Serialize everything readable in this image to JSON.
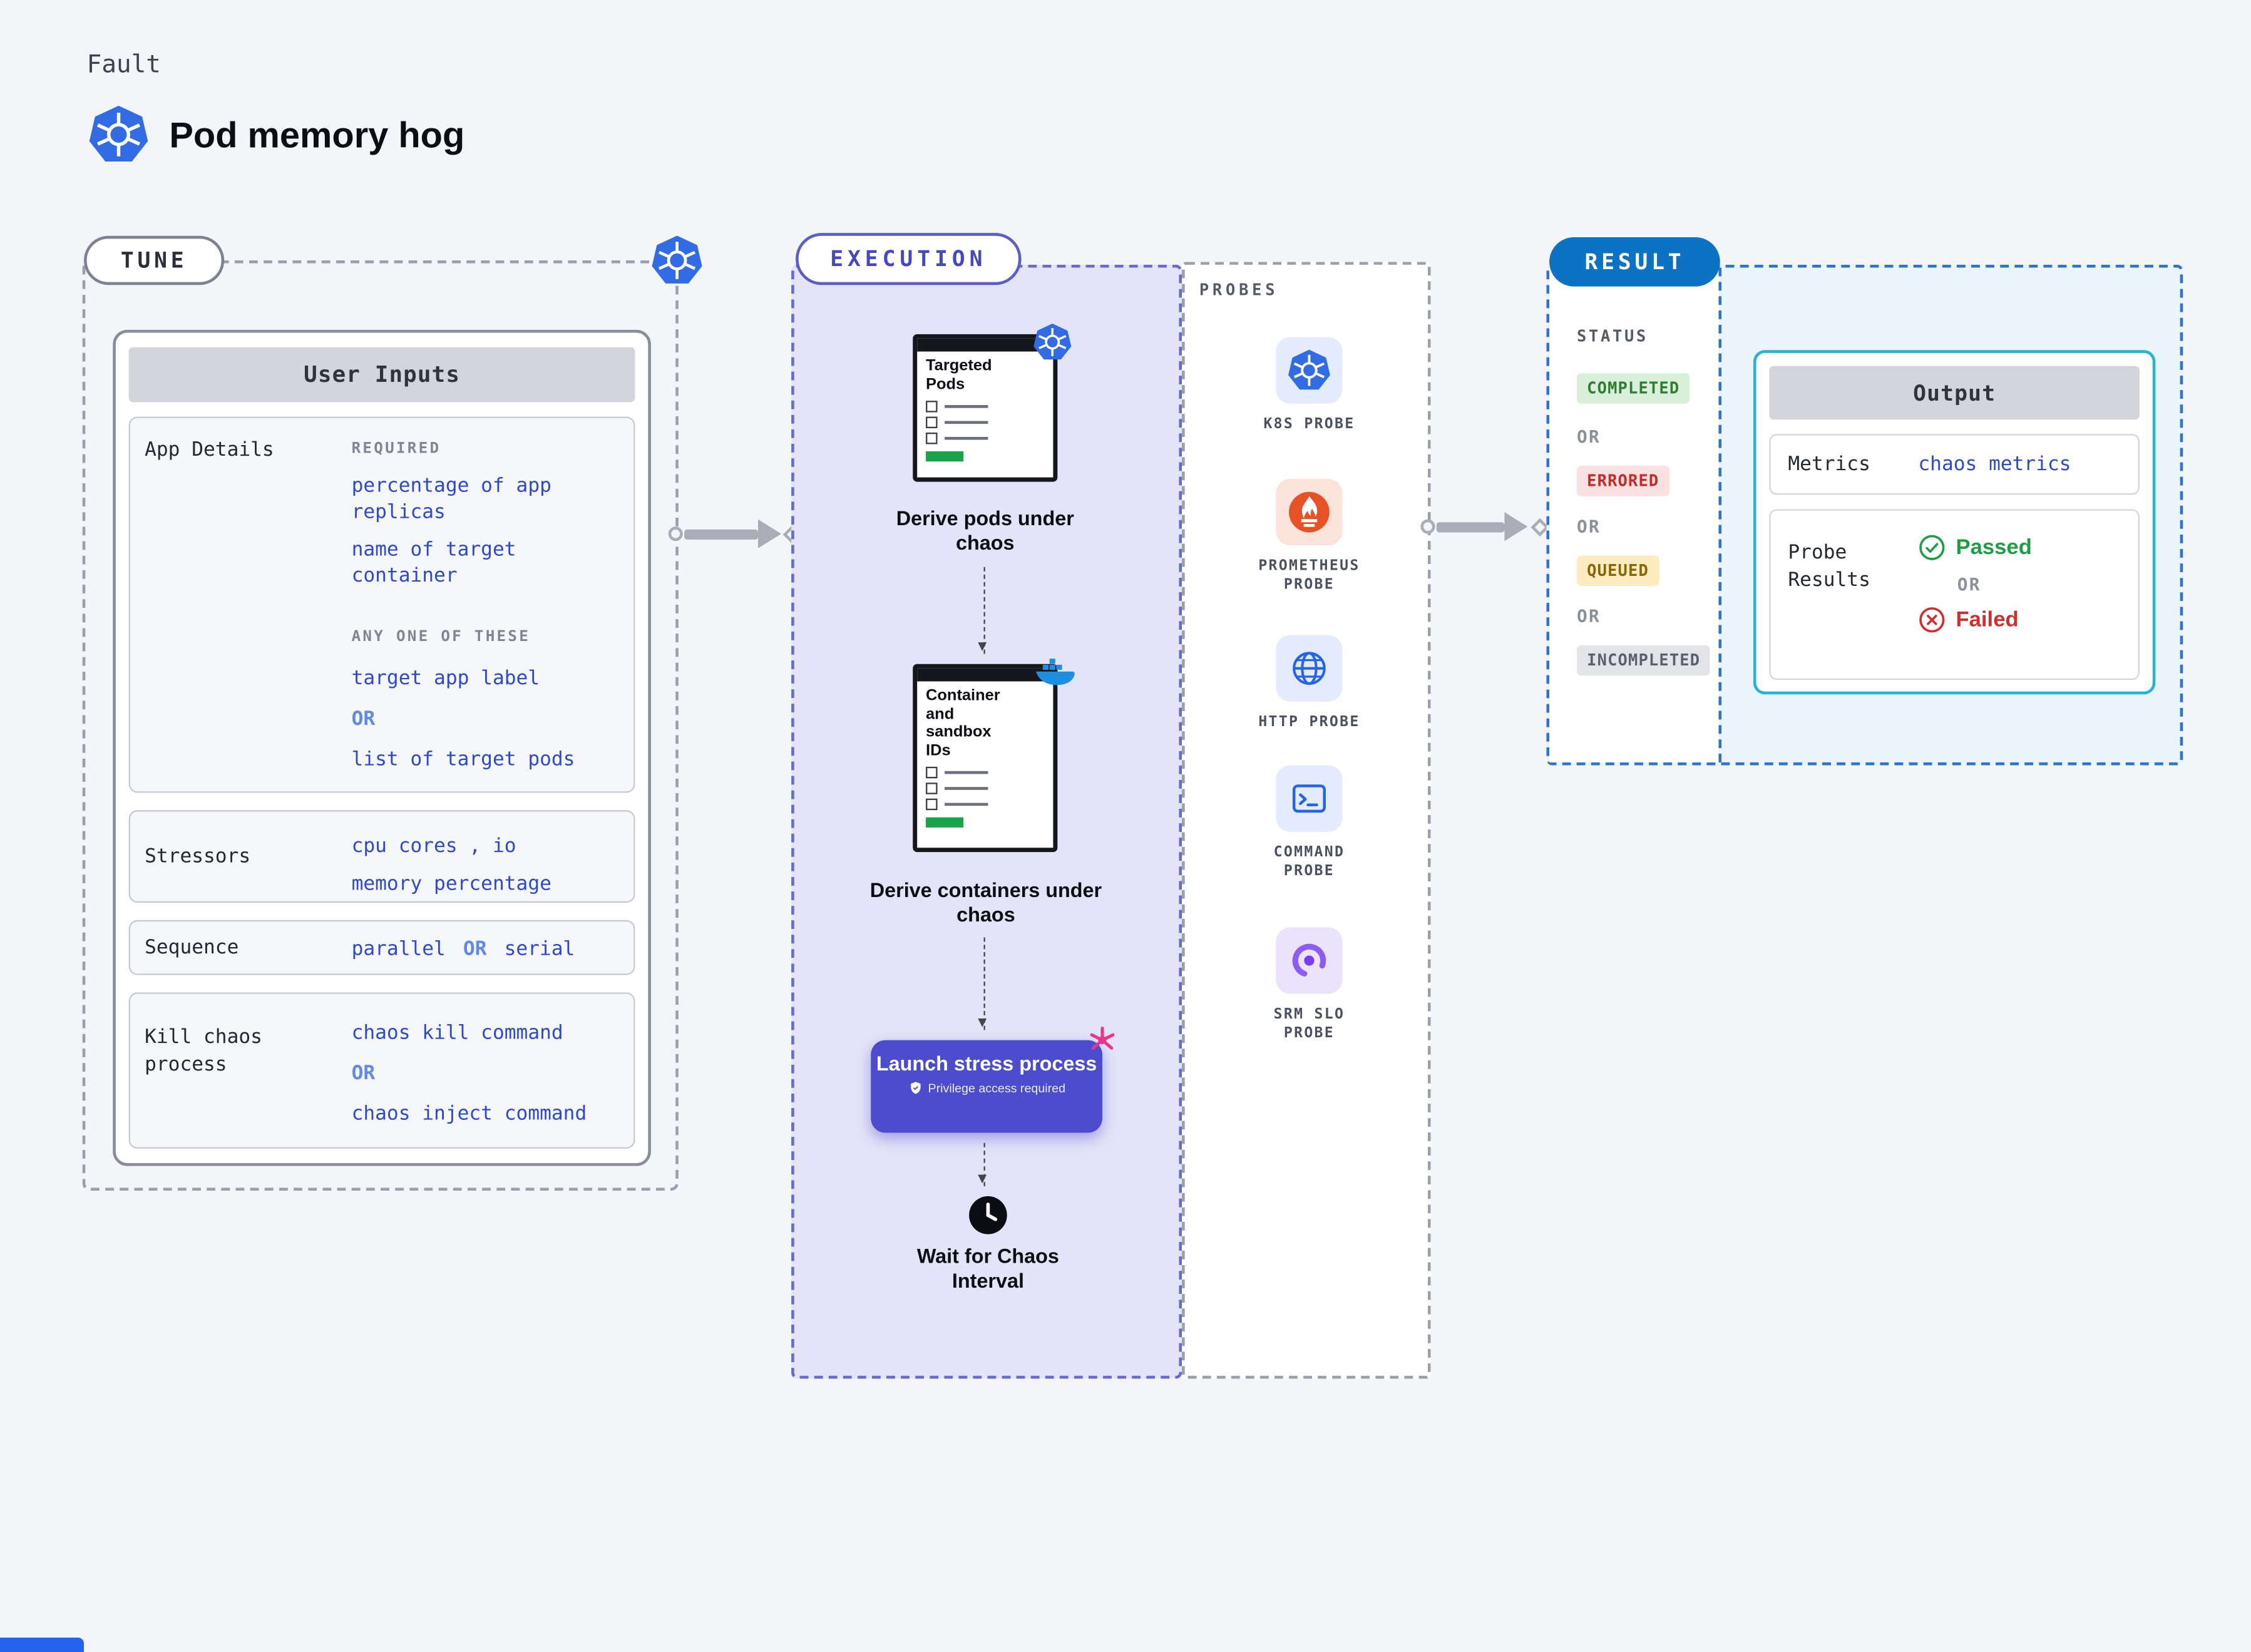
{
  "colors": {
    "page_bg": "#f3f5f9",
    "blue_text": "#2c49cf",
    "light_blue_or": "#6089ea",
    "execution_purple": "#5a5ec9",
    "execution_bg": "#e4e4f8",
    "launch_button": "#4b4cce",
    "result_badge_blue": "#0b72c4",
    "result_border_blue": "#2e74c9",
    "output_border_cyan": "#2ab2d6",
    "arrow_gray": "#a8adb8",
    "passed_green": "#1d9e45",
    "failed_red": "#d12f2f",
    "kubernetes_blue": "#326ce5",
    "doc_progress_green": "#18a34a"
  },
  "header": {
    "kicker": "Fault",
    "title": "Pod memory hog"
  },
  "tune": {
    "badge": "TUNE",
    "card_title": "User Inputs",
    "app_details": {
      "label": "App Details",
      "required_label": "REQUIRED",
      "required_item_1": "percentage of app replicas",
      "required_item_2": "name of target container",
      "any_one_label": "ANY ONE OF THESE",
      "option_a": "target app label",
      "or": "OR",
      "option_b": "list of target pods"
    },
    "stressors": {
      "label": "Stressors",
      "line1": "cpu cores , io",
      "line2": "memory percentage"
    },
    "sequence": {
      "label": "Sequence",
      "option_a": "parallel",
      "or": "OR",
      "option_b": "serial"
    },
    "kill_chaos": {
      "label": "Kill chaos process",
      "option_a": "chaos kill command",
      "or": "OR",
      "option_b": "chaos inject command"
    }
  },
  "execution": {
    "badge": "EXECUTION",
    "step1": {
      "doc_title": "Targeted Pods",
      "caption": "Derive pods under chaos"
    },
    "step2": {
      "doc_title": "Container and sandbox IDs",
      "caption": "Derive containers under chaos"
    },
    "step3": {
      "title": "Launch stress process",
      "subtitle": "Privilege access required"
    },
    "step4": {
      "caption": "Wait for Chaos Interval"
    }
  },
  "probes": {
    "label": "PROBES",
    "items": [
      {
        "name": "K8S PROBE",
        "icon": "kubernetes-icon"
      },
      {
        "name": "PROMETHEUS PROBE",
        "icon": "prometheus-flame-icon"
      },
      {
        "name": "HTTP PROBE",
        "icon": "globe-icon"
      },
      {
        "name": "COMMAND PROBE",
        "icon": "terminal-icon"
      },
      {
        "name": "SRM SLO PROBE",
        "icon": "gauge-icon"
      }
    ]
  },
  "result": {
    "badge": "RESULT",
    "status_label": "STATUS",
    "or": "OR",
    "statuses": [
      {
        "text": "COMPLETED",
        "color": "#2e7d32",
        "bg": "#d8efd9"
      },
      {
        "text": "ERRORED",
        "color": "#c62828",
        "bg": "#fae1e1"
      },
      {
        "text": "QUEUED",
        "color": "#8a6400",
        "bg": "#fcecc0"
      },
      {
        "text": "INCOMPLETED",
        "color": "#5b616c",
        "bg": "#e3e4e8"
      }
    ],
    "output": {
      "title": "Output",
      "metrics_label": "Metrics",
      "metrics_value": "chaos metrics",
      "probe_results_label": "Probe Results",
      "passed": "Passed",
      "or": "OR",
      "failed": "Failed"
    }
  }
}
